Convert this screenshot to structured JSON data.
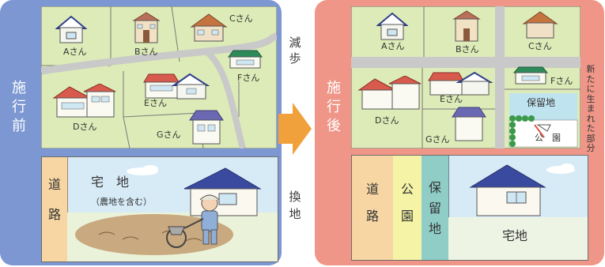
{
  "before": {
    "side_label": [
      "施",
      "行",
      "前"
    ],
    "residents": {
      "a": "Aさん",
      "b": "Bさん",
      "c": "Cさん",
      "d": "Dさん",
      "e": "Eさん",
      "f": "Fさん",
      "g": "Gさん"
    },
    "road_strip": [
      "道",
      "路"
    ],
    "lot_title": "宅　地",
    "lot_note": "（農地を含む）"
  },
  "after": {
    "side_label": [
      "施",
      "行",
      "後"
    ],
    "residents": {
      "a": "Aさん",
      "b": "Bさん",
      "c": "Cさん",
      "d": "Dさん",
      "e": "Eさん",
      "f": "Fさん",
      "g": "Gさん"
    },
    "reserve": "保留地",
    "park": "公　園",
    "new_part_note": [
      "新",
      "た",
      "に",
      "生",
      "ま",
      "れ",
      "た",
      "部",
      "分"
    ],
    "strip_road": [
      "道",
      "路"
    ],
    "strip_park": [
      "公",
      "園"
    ],
    "strip_reserve": [
      "保",
      "留",
      "地"
    ],
    "lot_title": "宅地"
  },
  "middle": {
    "reduction": [
      "減",
      "歩"
    ],
    "replotting": [
      "換",
      "地"
    ]
  },
  "colors": {
    "before_frame": "#7d97d2",
    "after_frame": "#ef9688",
    "arrow": "#f1a13b",
    "land_green": "#dcebb7",
    "road_gray": "#c9c9c9",
    "sky": "#d7ebf7",
    "strip_orange": "#f7d6a3",
    "strip_yellow": "#f4f3a6",
    "strip_teal": "#8fcdc6",
    "field_brown": "#c9a980"
  }
}
